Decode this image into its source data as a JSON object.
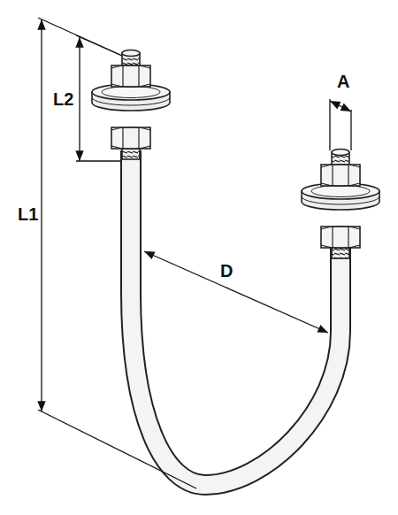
{
  "diagram": {
    "labels": [
      "A",
      "L2",
      "L1",
      "D"
    ]
  }
}
